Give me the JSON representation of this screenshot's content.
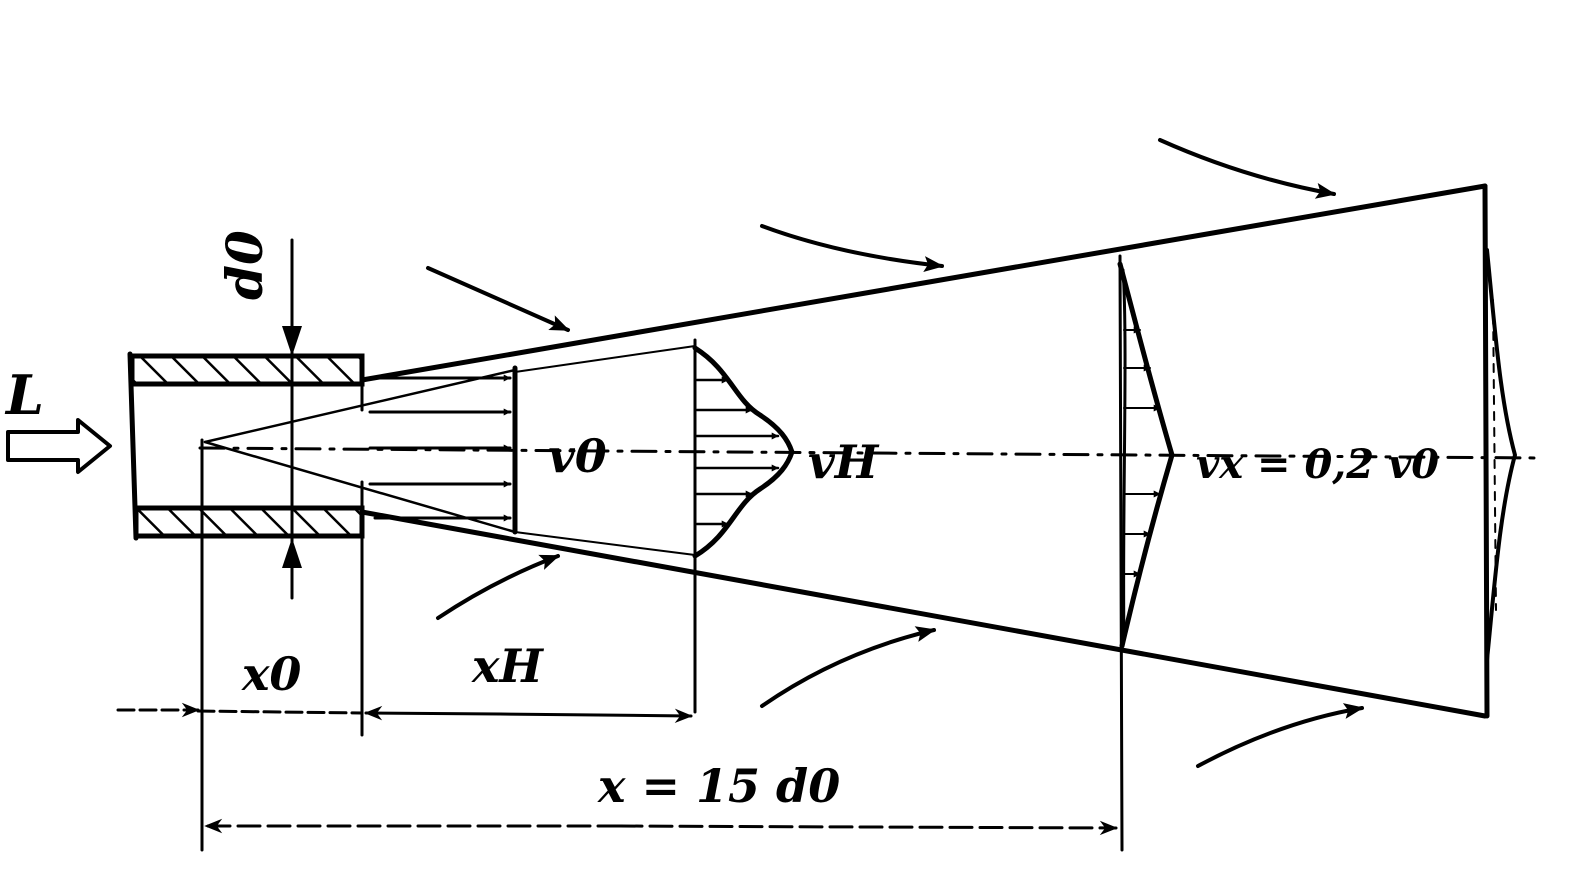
{
  "labels": {
    "flow_in": "L",
    "nozzle_diameter": "d0",
    "core_length": "x0",
    "initial_length": "xH",
    "outlet_velocity": "v0",
    "section_velocity": "vH",
    "far_velocity": "vx = 0,2 v0",
    "distance": "x = 15 d0"
  },
  "colors": {
    "ink": "#000000",
    "paper": "#ffffff"
  }
}
